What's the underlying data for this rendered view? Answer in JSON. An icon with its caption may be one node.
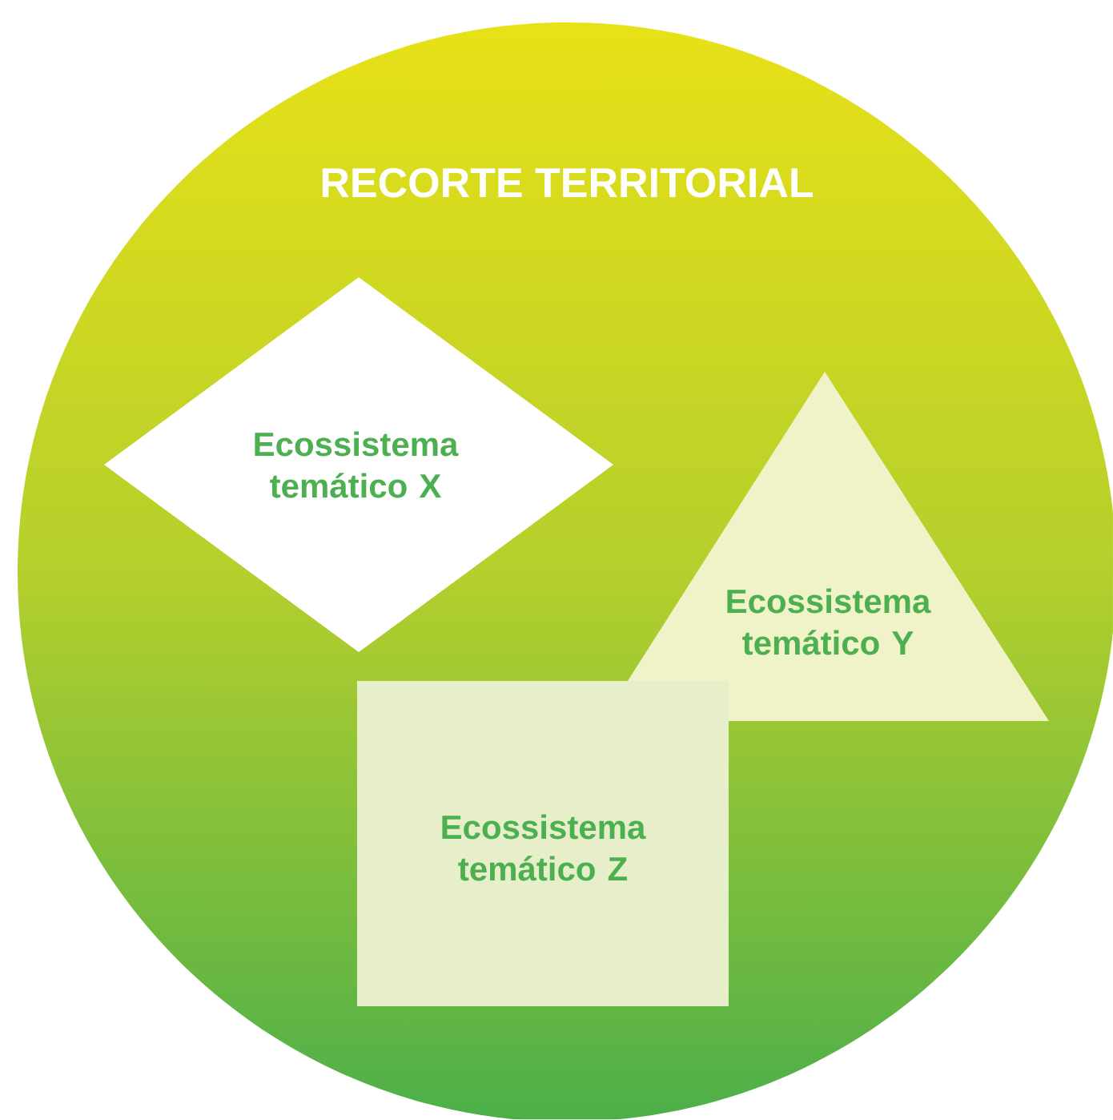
{
  "diagram": {
    "nodes": [
      {
        "text": [
          "RECORTE TERRITORIAL"
        ]
      },
      {
        "text": [
          "Ecossistema temático X"
        ],
        "in": 0
      },
      {
        "text": [
          "Ecossistema temático Y"
        ],
        "in": 0
      },
      {
        "text": [
          "Ecossistema temático Z"
        ],
        "in": 0
      }
    ]
  }
}
